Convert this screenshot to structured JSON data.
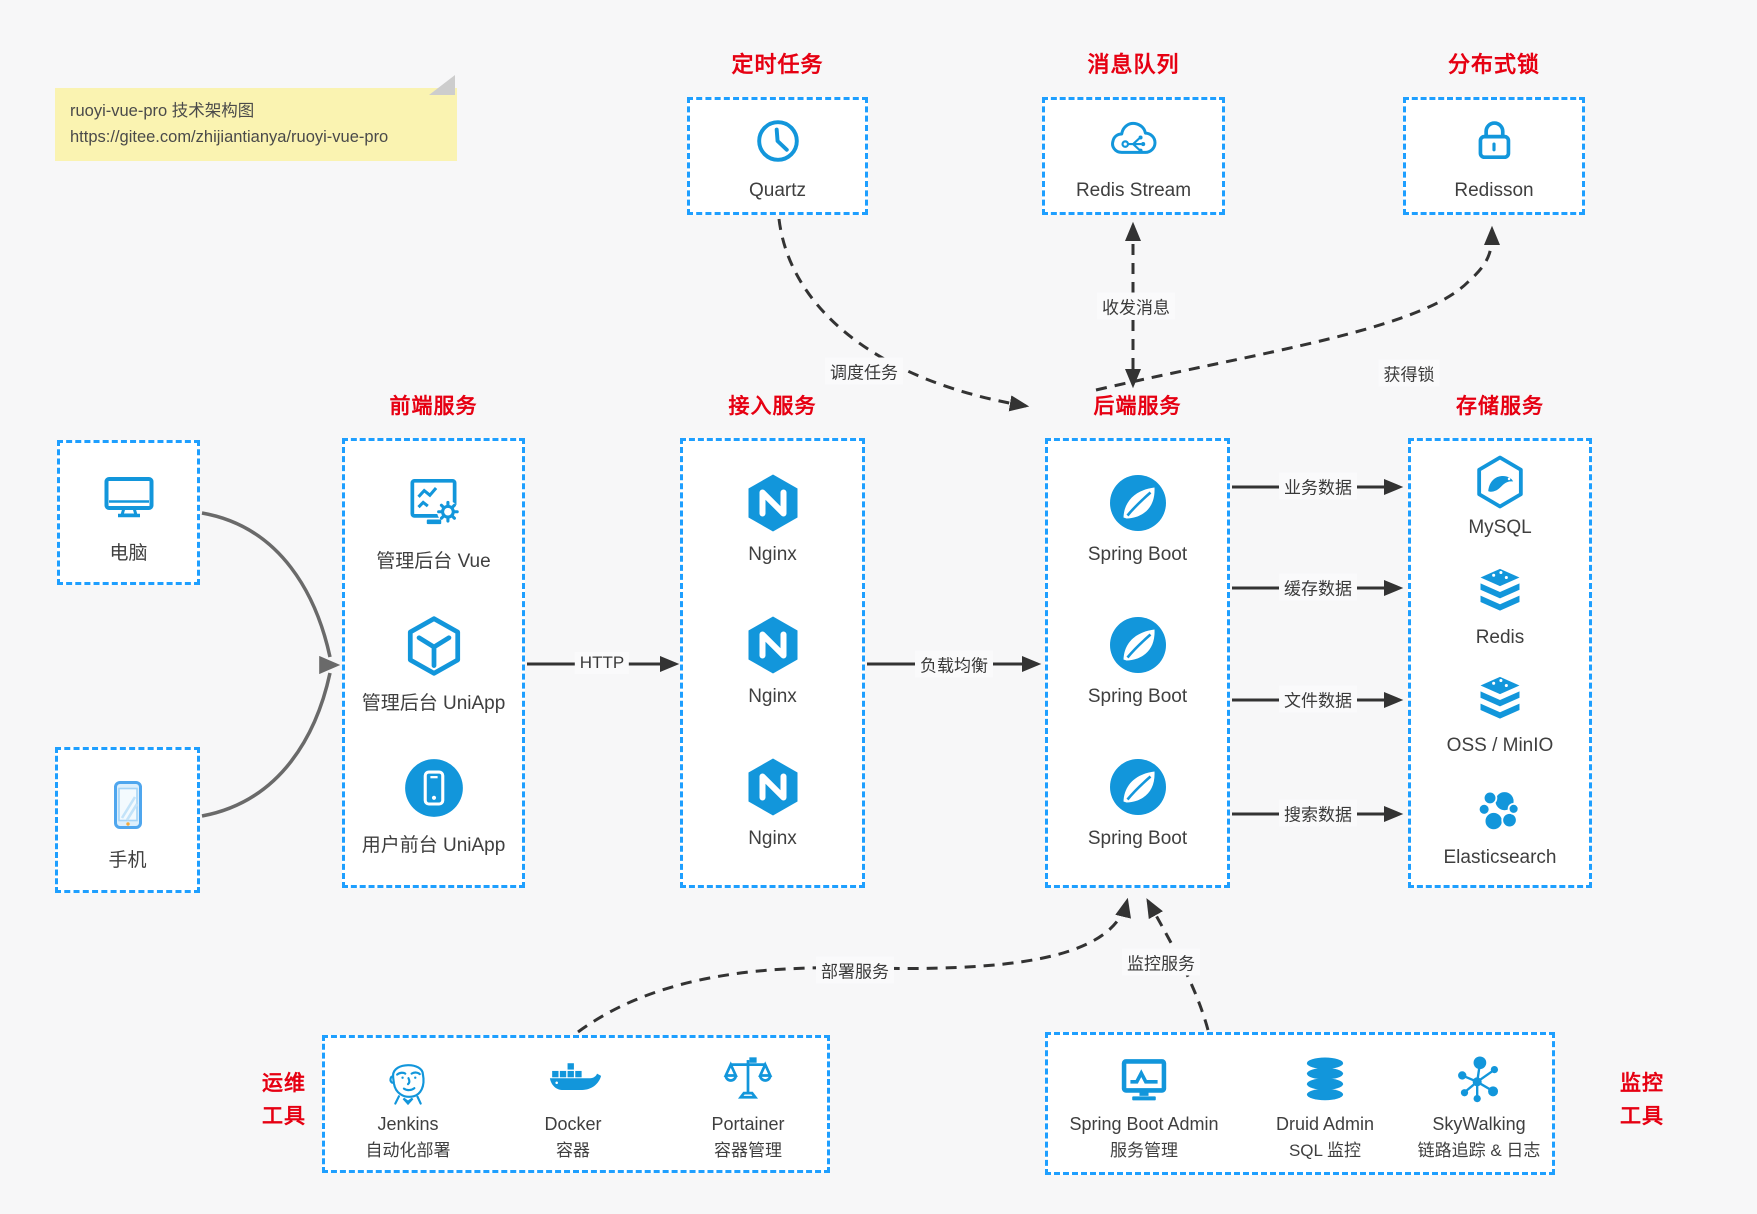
{
  "colors": {
    "accent_blue": "#1E9FFF",
    "icon_blue": "#1296DB",
    "title_red": "#E60012",
    "arrow_dark": "#333333",
    "connector_gray": "#6A6A6A",
    "note_bg": "#FAF3B1",
    "box_bg": "#FFFFFF",
    "page_bg": "#F7F7F8"
  },
  "note": {
    "title": "ruoyi-vue-pro 技术架构图",
    "url": "https://gitee.com/zhijiantianya/ruoyi-vue-pro"
  },
  "top_groups": [
    {
      "title": "定时任务",
      "icon": "clock-icon",
      "label": "Quartz"
    },
    {
      "title": "消息队列",
      "icon": "mq-cloud-icon",
      "label": "Redis Stream"
    },
    {
      "title": "分布式锁",
      "icon": "lock-icon",
      "label": "Redisson"
    }
  ],
  "clients": [
    {
      "icon": "desktop-icon",
      "label": "电脑"
    },
    {
      "icon": "mobile-icon",
      "label": "手机"
    }
  ],
  "columns": [
    {
      "title": "前端服务",
      "items": [
        {
          "icon": "admin-vue-icon",
          "label": "管理后台 Vue"
        },
        {
          "icon": "uniapp-cube-icon",
          "label": "管理后台 UniApp"
        },
        {
          "icon": "user-app-icon",
          "label": "用户前台 UniApp"
        }
      ]
    },
    {
      "title": "接入服务",
      "items": [
        {
          "icon": "nginx-icon",
          "label": "Nginx"
        },
        {
          "icon": "nginx-icon",
          "label": "Nginx"
        },
        {
          "icon": "nginx-icon",
          "label": "Nginx"
        }
      ]
    },
    {
      "title": "后端服务",
      "items": [
        {
          "icon": "spring-boot-icon",
          "label": "Spring Boot"
        },
        {
          "icon": "spring-boot-icon",
          "label": "Spring Boot"
        },
        {
          "icon": "spring-boot-icon",
          "label": "Spring Boot"
        }
      ]
    },
    {
      "title": "存储服务",
      "items": [
        {
          "icon": "mysql-icon",
          "label": "MySQL"
        },
        {
          "icon": "redis-icon",
          "label": "Redis"
        },
        {
          "icon": "oss-minio-icon",
          "label": "OSS / MinIO"
        },
        {
          "icon": "elasticsearch-icon",
          "label": "Elasticsearch"
        }
      ]
    }
  ],
  "edges": {
    "http": "HTTP",
    "load_balance": "负载均衡",
    "data_labels": [
      "业务数据",
      "缓存数据",
      "文件数据",
      "搜索数据"
    ],
    "schedule": "调度任务",
    "messaging": "收发消息",
    "lock": "获得锁",
    "deploy": "部署服务",
    "monitor": "监控服务"
  },
  "bottom_groups": [
    {
      "title_lines": [
        "运维",
        "工具"
      ],
      "items": [
        {
          "icon": "jenkins-icon",
          "name": "Jenkins",
          "desc": "自动化部署"
        },
        {
          "icon": "docker-icon",
          "name": "Docker",
          "desc": "容器"
        },
        {
          "icon": "portainer-icon",
          "name": "Portainer",
          "desc": "容器管理"
        }
      ]
    },
    {
      "title_lines": [
        "监控",
        "工具"
      ],
      "items": [
        {
          "icon": "spring-boot-admin-icon",
          "name": "Spring Boot Admin",
          "desc": "服务管理"
        },
        {
          "icon": "druid-icon",
          "name": "Druid Admin",
          "desc": "SQL 监控"
        },
        {
          "icon": "skywalking-icon",
          "name": "SkyWalking",
          "desc": "链路追踪 & 日志"
        }
      ]
    }
  ]
}
